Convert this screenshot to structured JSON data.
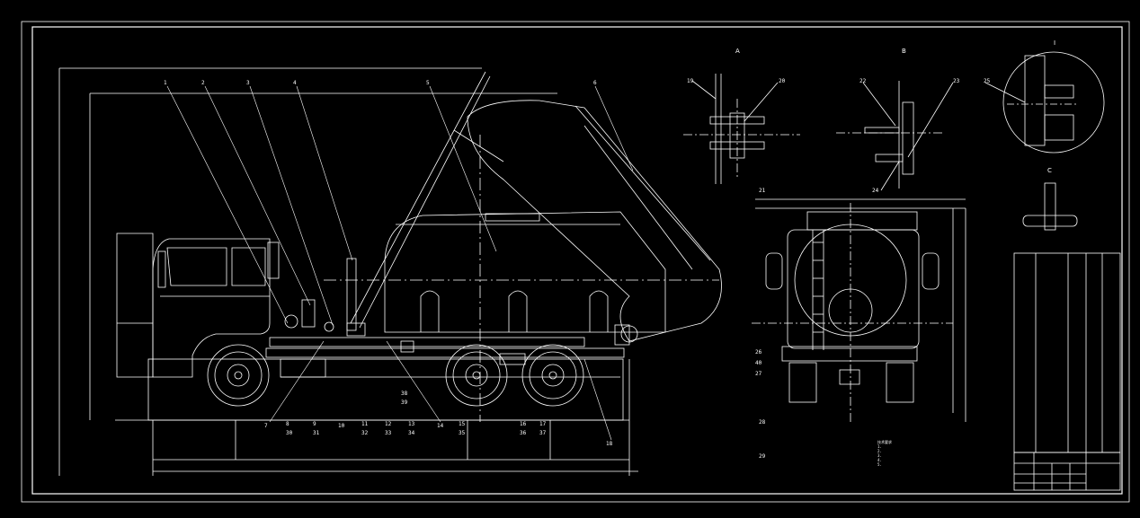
{
  "drawing": {
    "line_color": "#ffffff",
    "background": "#000000",
    "view_titles": {
      "detail_1": "A",
      "detail_2": "B",
      "detail_3": "I",
      "detail_4": "C"
    },
    "balloons": {
      "b1": "1",
      "b2": "2",
      "b3": "3",
      "b4": "4",
      "b5": "5",
      "b6": "6",
      "b7": "7",
      "b8": "8",
      "b9": "9",
      "b10": "10",
      "b11": "11",
      "b12": "12",
      "b13": "13",
      "b14": "14",
      "b15": "15",
      "b16": "16",
      "b17": "17",
      "b18": "18",
      "b19": "19",
      "b20": "20",
      "b21": "21",
      "b22": "22",
      "b23": "23",
      "b24": "24",
      "b25": "25",
      "b26": "26",
      "b27": "27",
      "b28": "28",
      "b29": "29",
      "b30": "30",
      "b31": "31",
      "b32": "32",
      "b33": "33",
      "b34": "34",
      "b35": "35",
      "b36": "36",
      "b37": "37",
      "b38": "38",
      "b39": "39",
      "b40": "40"
    },
    "notes": [
      "技术要求",
      "1.",
      "2.",
      "3.",
      "4.",
      "5."
    ]
  }
}
